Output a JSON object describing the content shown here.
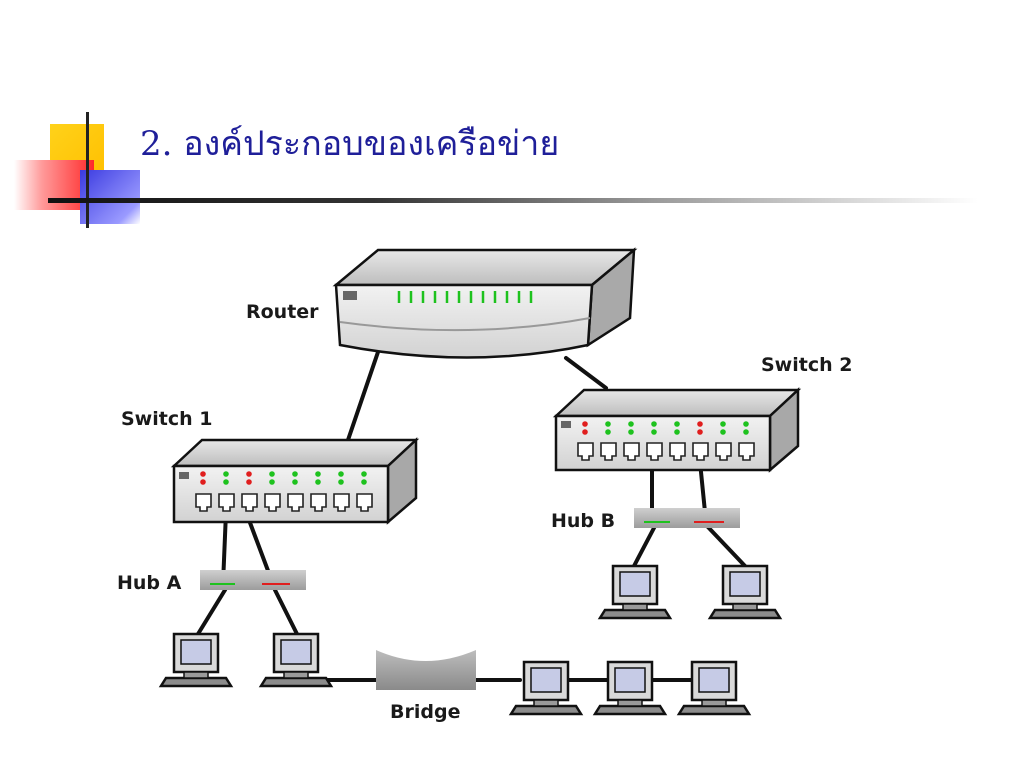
{
  "slide": {
    "title": "2. องค์ประกอบของเครือข่าย"
  },
  "diagram": {
    "router_label": "Router",
    "switch1_label": "Switch 1",
    "switch2_label": "Switch 2",
    "hub_a_label": "Hub A",
    "hub_b_label": "Hub B",
    "bridge_label": "Bridge"
  },
  "colors": {
    "title": "#1f1f99",
    "led_green": "#1ec21e",
    "led_red": "#e01e1e",
    "device_gray": "#c8c8c8",
    "monitor_screen": "#c6cbe6"
  }
}
